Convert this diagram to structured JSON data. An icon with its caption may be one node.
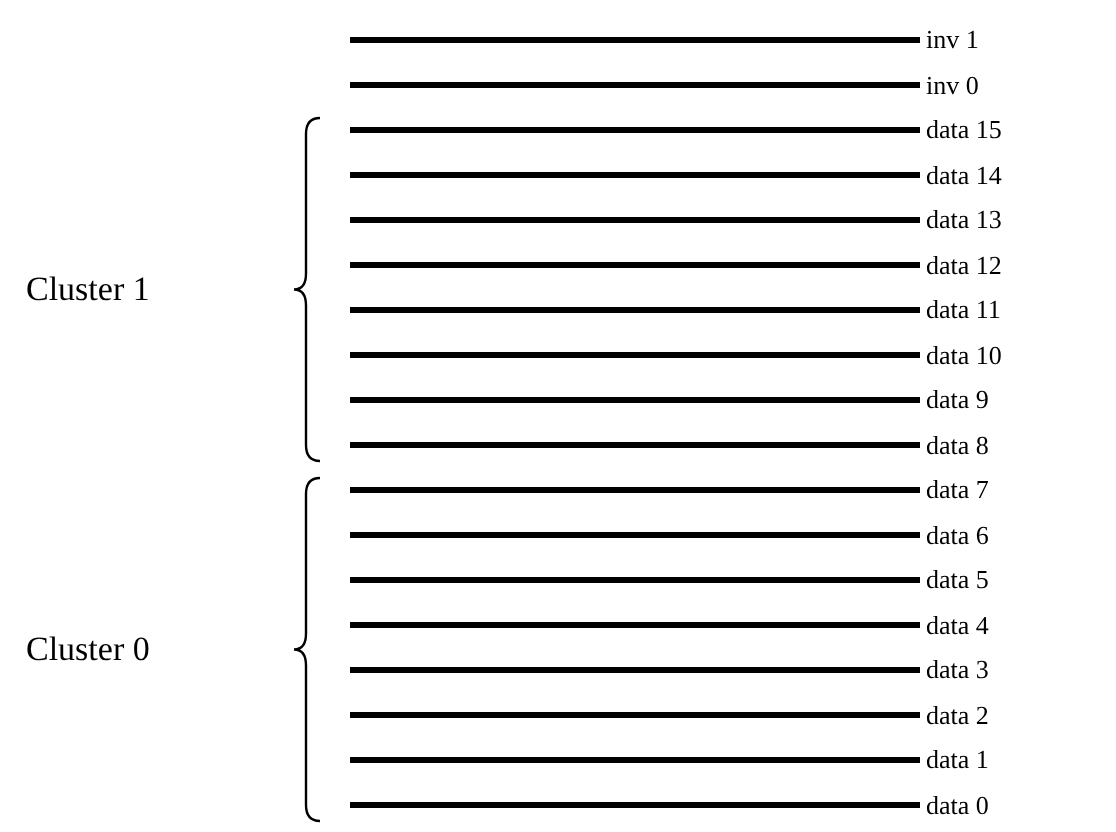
{
  "diagram": {
    "labels": [
      "inv 1",
      "inv 0",
      "data 15",
      "data 14",
      "data 13",
      "data 12",
      "data 11",
      "data 10",
      "data 9",
      "data 8",
      "Cluster 1",
      "data 7",
      "data 6",
      "data 5",
      "data 4",
      "data 3",
      "data 2",
      "data 1",
      "data 0",
      "Cluster 0"
    ]
  }
}
